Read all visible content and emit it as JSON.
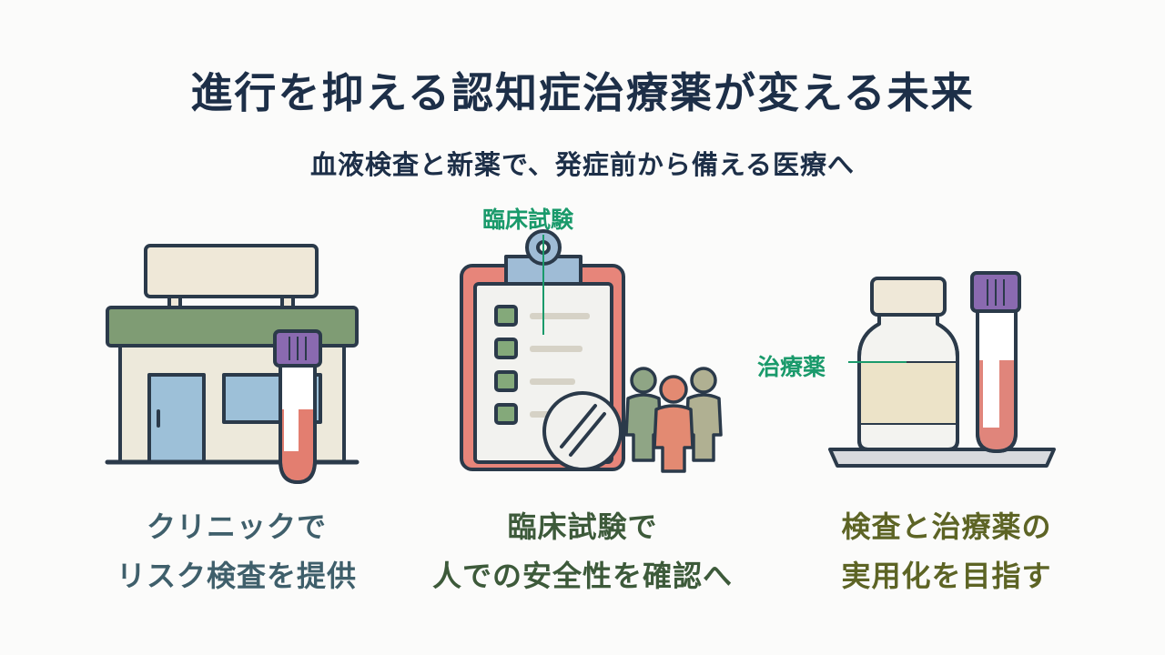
{
  "header": {
    "title": "進行を抑える認知症治療薬が変える未来",
    "subtitle": "血液検査と新薬で、発症前から備える医療へ"
  },
  "callouts": {
    "clinical_trial": "臨床試験",
    "treatment": "治療薬"
  },
  "captions": {
    "clinic": [
      "クリニックで",
      "リスク検査を提供"
    ],
    "trial": [
      "臨床試験で",
      "人での安全性を確認へ"
    ],
    "practical": [
      "検査と治療薬の",
      "実用化を目指す"
    ]
  },
  "colors": {
    "title": "#1d2f48",
    "callout": "#1a9a6b",
    "caption_clinic": "#3f5f6b",
    "caption_trial": "#3d5a3a",
    "caption_practical": "#5d6425",
    "outline": "#2b3a4a"
  }
}
